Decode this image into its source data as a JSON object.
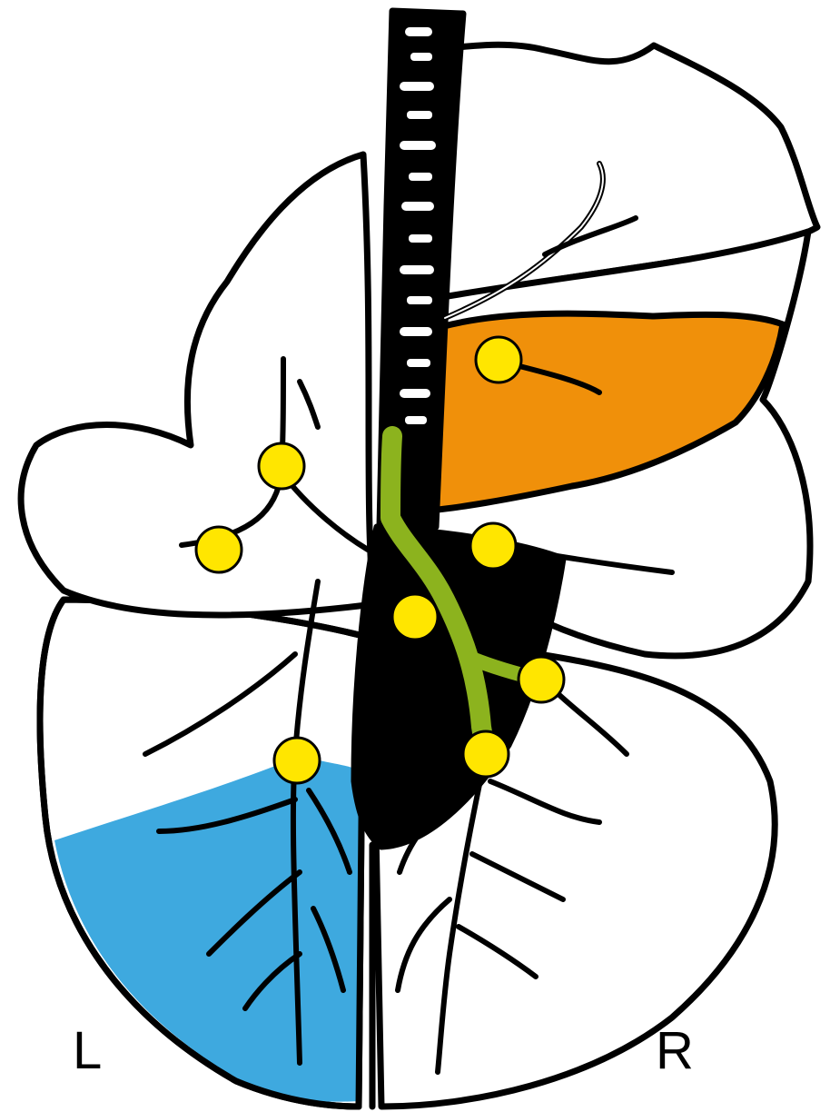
{
  "labels": {
    "left": "L",
    "right": "R"
  },
  "colors": {
    "outline": "#000000",
    "background": "#ffffff",
    "airway_white": "#ffffff",
    "highlight_orange": "#f0900a",
    "highlight_blue": "#3ea9df",
    "airway_green": "#8cb31e",
    "node_yellow": "#ffe600"
  },
  "diagram": {
    "nodes": [
      {
        "id": "right-upper-node"
      },
      {
        "id": "left-upper-node"
      },
      {
        "id": "left-lingula-node"
      },
      {
        "id": "right-middle-node"
      },
      {
        "id": "carina-lower-node"
      },
      {
        "id": "right-lower-lateral-node"
      },
      {
        "id": "right-lower-node"
      },
      {
        "id": "left-lower-node"
      }
    ]
  }
}
